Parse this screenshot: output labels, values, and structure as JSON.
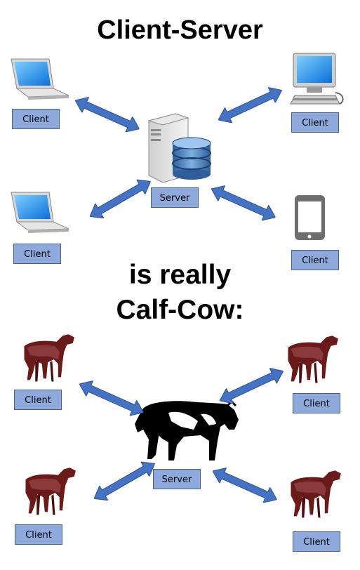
{
  "titles": {
    "top": "Client-Server",
    "middle_line1": "is really",
    "middle_line2": "Calf-Cow:"
  },
  "labels": {
    "client": "Client",
    "server": "Server"
  },
  "colors": {
    "label_fill": "#8ea9db",
    "arrow_fill": "#4472c4",
    "calf": "#6b1a1a",
    "cow": "#000000"
  },
  "icons": [
    "laptop-icon",
    "desktop-computer-icon",
    "server-database-icon",
    "tablet-icon",
    "calf-icon",
    "cow-icon"
  ]
}
